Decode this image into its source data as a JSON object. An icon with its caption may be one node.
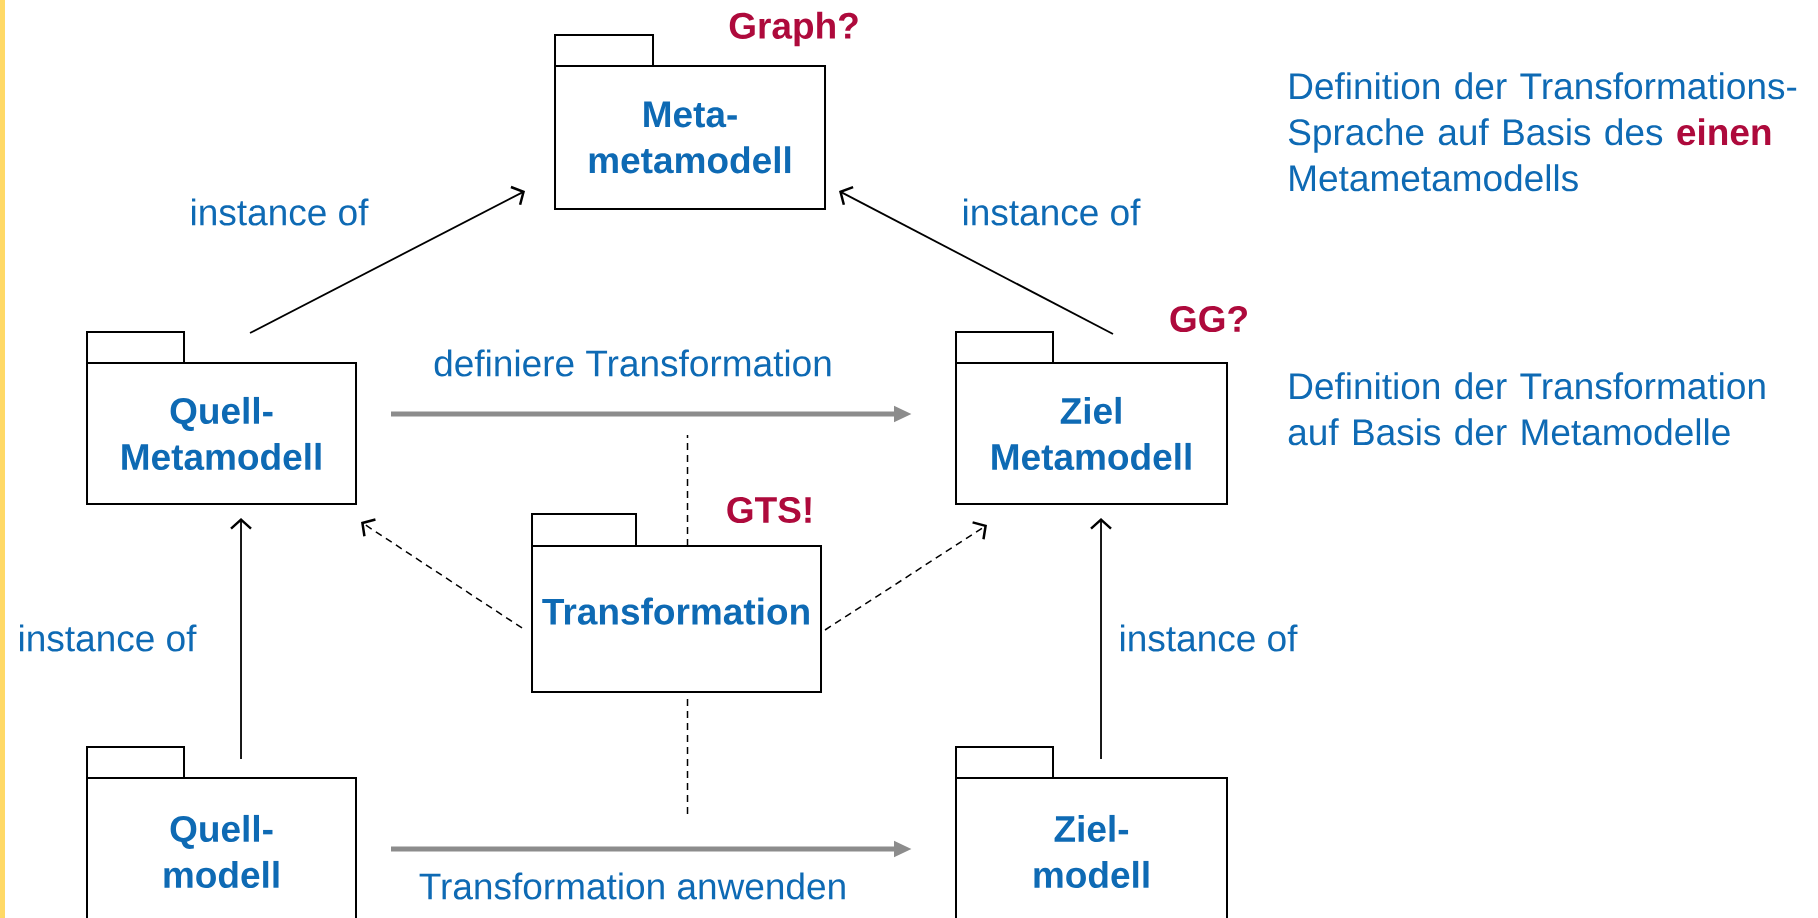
{
  "diagram": {
    "nodes": [
      {
        "text": [
          "Meta-metamodell"
        ],
        "beside": [
          "Graph?"
        ]
      },
      {
        "text": [
          "Quell-Metamodell"
        ]
      },
      {
        "text": [
          "Ziel Metamodell"
        ],
        "beside": [
          "GG?"
        ]
      },
      {
        "text": [
          "Transformation"
        ],
        "beside": [
          "GTS!"
        ]
      },
      {
        "text": [
          "Quell-modell"
        ]
      },
      {
        "text": [
          "Ziel-modell"
        ]
      }
    ],
    "edges": [
      {
        "from": 1,
        "to": 0,
        "arrow": "to",
        "label": "instance of"
      },
      {
        "from": 2,
        "to": 0,
        "arrow": "to",
        "label": "instance of"
      },
      {
        "from": 1,
        "to": 2,
        "arrow": "to",
        "label": "definiere Transformation",
        "style": "thick",
        "color": "#8c8c8c"
      },
      {
        "from": 3,
        "to": 1,
        "arrow": "to",
        "style": "dashed"
      },
      {
        "from": 3,
        "to": 2,
        "arrow": "to",
        "style": "dashed"
      },
      {
        "from": 4,
        "to": 1,
        "arrow": "to",
        "label": "instance of"
      },
      {
        "from": 5,
        "to": 2,
        "arrow": "to",
        "label": "instance of"
      },
      {
        "from": 4,
        "to": 5,
        "arrow": "to",
        "label": "Transformation anwenden",
        "style": "thick",
        "color": "#8c8c8c"
      },
      {
        "from": 3,
        "to": null,
        "arrow": "none",
        "style": "dashed"
      },
      {
        "from": 3,
        "to": null,
        "arrow": "none",
        "style": "dashed"
      }
    ],
    "labels": [
      "Definition der Transformations-Sprache auf Basis des **einen** Metametamodells",
      "Definition der Transformation auf Basis der Metamodelle"
    ]
  }
}
